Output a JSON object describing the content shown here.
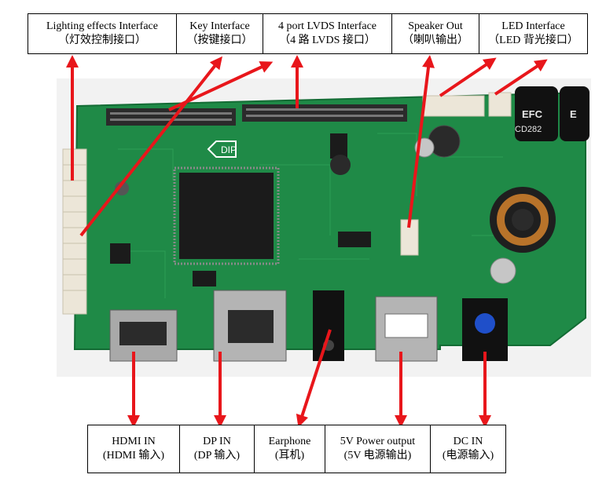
{
  "top_labels": [
    {
      "en": "Lighting effects Interface",
      "zh": "（灯效控制接口）"
    },
    {
      "en": "Key Interface",
      "zh": "（按键接口）"
    },
    {
      "en": "4 port LVDS Interface",
      "zh": "（4 路 LVDS 接口）"
    },
    {
      "en": "Speaker Out",
      "zh": "（喇叭输出）"
    },
    {
      "en": "LED  Interface",
      "zh": "（LED 背光接口）"
    }
  ],
  "bottom_labels": [
    {
      "en": "HDMI IN",
      "zh": "(HDMI 输入)"
    },
    {
      "en": "DP IN",
      "zh": "(DP 输入)"
    },
    {
      "en": "Earphone",
      "zh": "(耳机)"
    },
    {
      "en": "5V Power output",
      "zh": "(5V 电源输出)"
    },
    {
      "en": "DC IN",
      "zh": "(电源输入)"
    }
  ],
  "board_marks": {
    "dip": "DIP",
    "cap1": "EFC",
    "cap2": "CD282",
    "cap3": "E"
  },
  "colors": {
    "pcb": "#1f8a47",
    "pcb_dark": "#136b34",
    "arrow": "#e8161b",
    "chip": "#1b1b1b",
    "header": "#2b2b2b",
    "white_conn": "#ece6d8",
    "metal": "#a9a9a9"
  }
}
